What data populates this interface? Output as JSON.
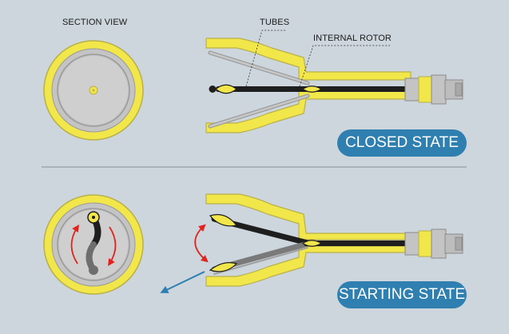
{
  "labels": {
    "section_view": "SECTION VIEW",
    "tubes": "TUBES",
    "internal_rotor": "INTERNAL ROTOR"
  },
  "states": {
    "closed": "CLOSED STATE",
    "starting": "STARTING STATE"
  },
  "colors": {
    "background": "#ccd6dc",
    "yellow": "#f1e64a",
    "yellow_outline": "#b9b04a",
    "grey_light": "#c4c4c4",
    "grey_mid": "#9a9a9a",
    "black": "#1e1e1e",
    "arrow_red": "#e3231b",
    "arrow_blue": "#2f7fb0",
    "pill": "#2f7fb0"
  }
}
